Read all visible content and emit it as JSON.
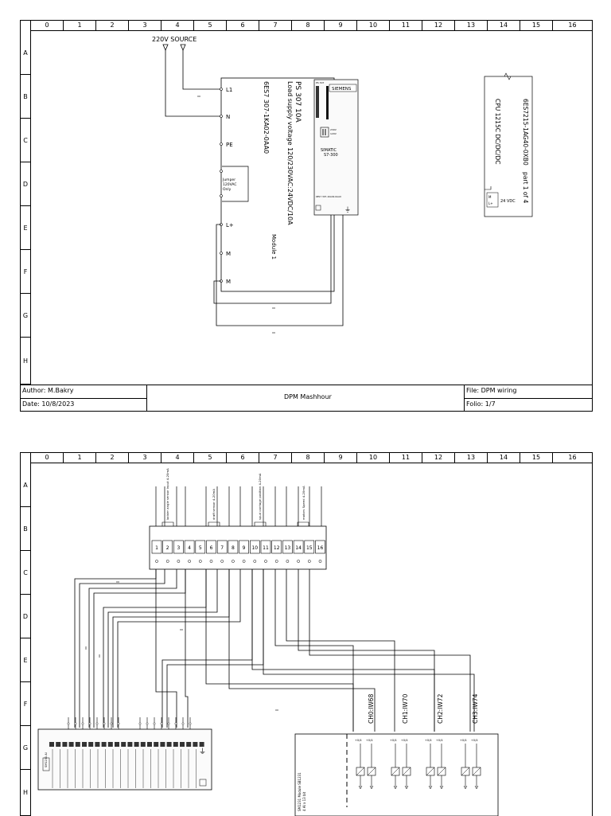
{
  "grid": {
    "columns": [
      "0",
      "1",
      "2",
      "3",
      "4",
      "5",
      "6",
      "7",
      "8",
      "9",
      "10",
      "11",
      "12",
      "13",
      "14",
      "15",
      "16"
    ],
    "rows_sheet1": [
      "A",
      "B",
      "C",
      "D",
      "E",
      "F",
      "G",
      "H"
    ],
    "rows_sheet2": [
      "A",
      "B",
      "C",
      "D",
      "E",
      "F",
      "G",
      "H"
    ]
  },
  "sheet1": {
    "source_label": "220V SOURCE",
    "ps_terminals": [
      "L1",
      "N",
      "PE",
      "L+",
      "M",
      "M"
    ],
    "jumper_note": [
      "Jumper",
      "120VAC",
      "Only"
    ],
    "ps_title": "PS 307 10A",
    "ps_desc": "Load supply voltage 120/230VAC:24VDC/10A",
    "ps_part": "6ES7 307-1KA02-0AA0",
    "module_label": "Module 1",
    "brand": "SIEMENS",
    "device_name": "SIMATIC",
    "device_model": "S7-300",
    "cpu_part": "6ES7215-1AG40-0XB0",
    "cpu_part_of": "part 1 of 4",
    "cpu_name": "CPU 1215C DC/DC/DC",
    "cpu_supply": "24 VDC",
    "title_block": {
      "author": "Author: M.Bakry",
      "date": "Date: 10/8/2023",
      "project": "DPM Mashhour",
      "file": "File: DPM wiring",
      "folio": "Folio: 1/7"
    }
  },
  "sheet2": {
    "sensor_labels": [
      "ladder angle sensor input 4-20mA",
      "draft sensor 4-20mA",
      "spud carriage position 4-20mA",
      "motors Speed 4-20mA"
    ],
    "terminals": [
      "1",
      "2",
      "3",
      "4",
      "5",
      "6",
      "7",
      "8",
      "9",
      "10",
      "11",
      "12",
      "13",
      "14",
      "15",
      "16"
    ],
    "channels": [
      "CH0:IW68",
      "CH1:IW70",
      "CH2:IW72",
      "CH3:IW74"
    ],
    "module_name": "SM1231 AI",
    "module_caption": "SM1231 Module SB1231",
    "module_sub": "4 AI x 13 bit"
  }
}
